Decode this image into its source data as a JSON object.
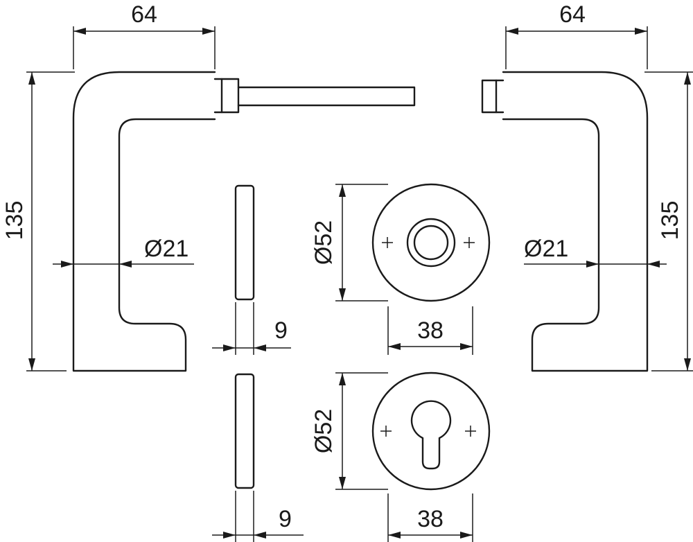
{
  "dimensions": {
    "left_handle_width": "64",
    "right_handle_width": "64",
    "left_handle_height": "135",
    "right_handle_height": "135",
    "left_grip_diameter": "Ø21",
    "right_grip_diameter": "Ø21",
    "rosette_diameter_top": "Ø52",
    "rosette_diameter_bottom": "Ø52",
    "rosette_width_top": "38",
    "rosette_width_bottom": "38",
    "plate_thickness_top": "9",
    "plate_thickness_bottom": "9"
  }
}
